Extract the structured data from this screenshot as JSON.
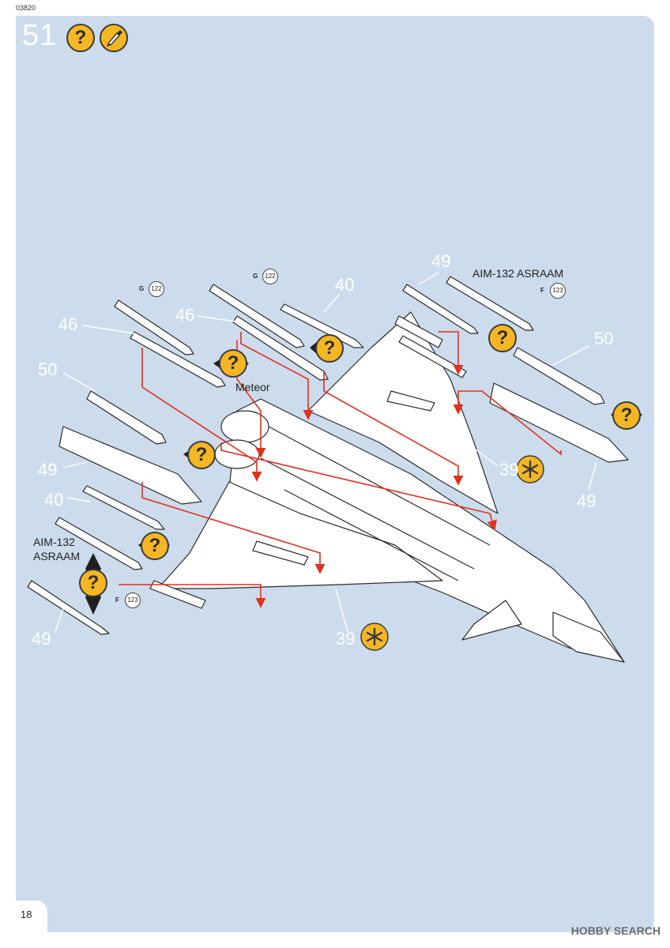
{
  "document": {
    "product_code": "03820",
    "page_number": "18",
    "step_number": "51",
    "watermark": "HOBBY SEARCH"
  },
  "icons": {
    "step_help": "question-icon",
    "step_paint": "paint-brush-icon",
    "star": "asterisk-icon",
    "accent_color": "#f4b623",
    "arrow_color": "#e0301e",
    "panel_color": "#ccdced"
  },
  "parts": {
    "p46_left": "46",
    "p46_mid": "46",
    "p50_left": "50",
    "p50_right": "50",
    "p49_left_pod": "49",
    "p49_left_bottom": "49",
    "p49_top": "49",
    "p49_right": "49",
    "p40_mid": "40",
    "p40_left": "40",
    "p39_right": "39",
    "p39_bottom": "39"
  },
  "labels": {
    "meteor": "Meteor",
    "asraam_top": "AIM-132 ASRAAM",
    "asraam_left_1": "AIM-132",
    "asraam_left_2": "ASRAAM"
  },
  "refs": {
    "g1_letter": "G",
    "g1_num": "122",
    "g2_letter": "G",
    "g2_num": "122",
    "f1_letter": "F",
    "f1_num": "123",
    "f2_letter": "F",
    "f2_num": "123"
  }
}
